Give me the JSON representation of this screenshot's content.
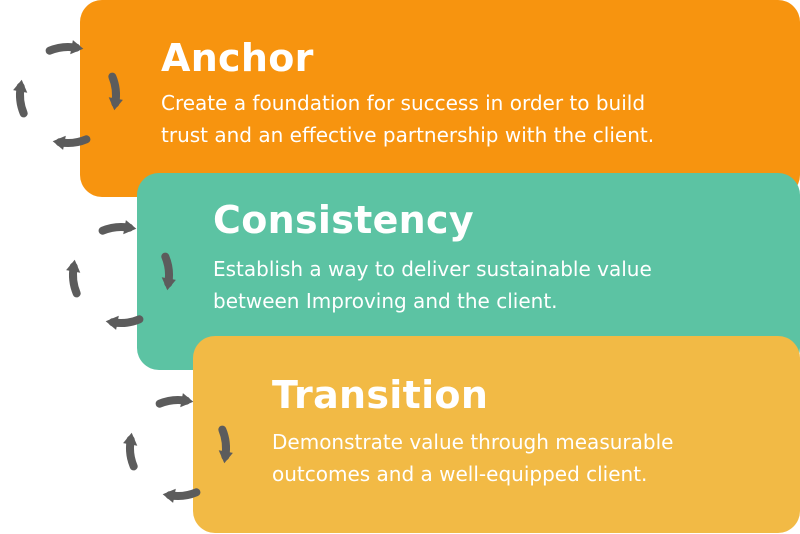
{
  "colors": {
    "anchor": "#F7940F",
    "consistency": "#5CC3A3",
    "transition": "#F2BA45",
    "arrows": "#5C5C5C",
    "text": "#FFFFFF"
  },
  "icon": "cycle-arrows-icon",
  "stages": [
    {
      "title": "Anchor",
      "description_lines": [
        "Create a foundation for success in order to build",
        "trust and an effective partnership with the client."
      ]
    },
    {
      "title": "Consistency",
      "description_lines": [
        "Establish a way to deliver sustainable value",
        "between Improving and the client."
      ]
    },
    {
      "title": "Transition",
      "description_lines": [
        "Demonstrate value through measurable",
        "outcomes and a well-equipped client."
      ]
    }
  ]
}
